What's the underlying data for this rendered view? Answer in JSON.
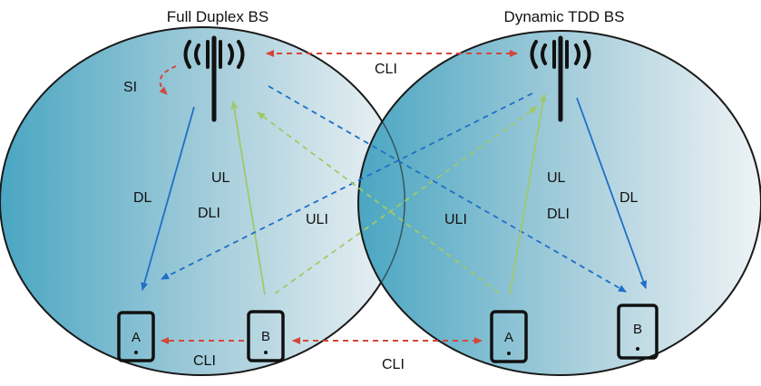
{
  "titles": {
    "left": "Full Duplex BS",
    "right": "Dynamic TDD BS"
  },
  "labels": {
    "si": "SI",
    "cli_bs": "CLI",
    "dl_left": "DL",
    "ul_left": "UL",
    "dli_left": "DLI",
    "uli_left": "ULI",
    "uli_right": "ULI",
    "dli_right": "DLI",
    "ul_right": "UL",
    "dl_right": "DL",
    "cli_left_ues": "CLI",
    "cli_center_ues": "CLI"
  },
  "devices": {
    "left_a": "A",
    "left_b": "B",
    "right_a": "A",
    "right_b": "B"
  },
  "colors": {
    "dl": "#1f6fc6",
    "ul": "#9fc96a",
    "cli": "#d2473a",
    "cell_dark": "#4aa6c2",
    "cell_light": "#eef3f5",
    "outline": "#1a1a1a"
  },
  "icons": [
    "antenna-tower-icon",
    "phone-icon"
  ]
}
